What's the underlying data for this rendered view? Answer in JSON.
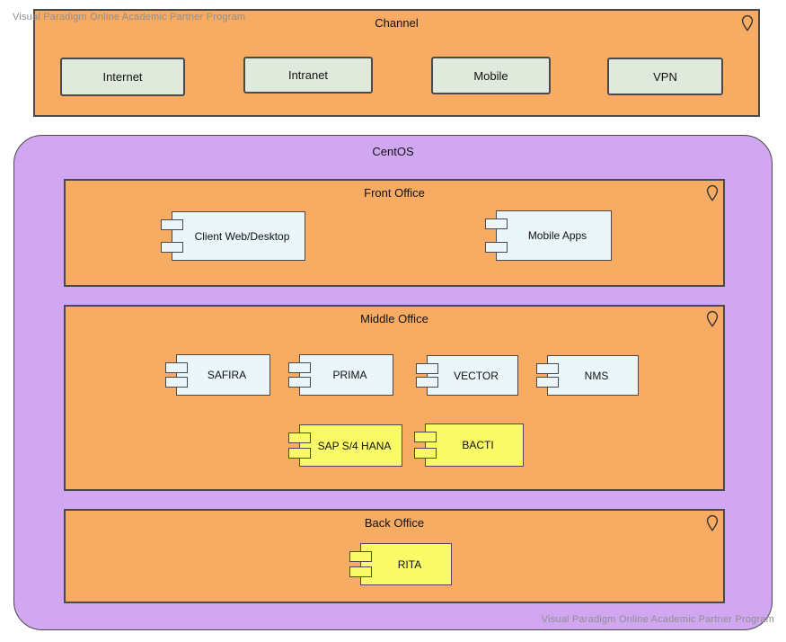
{
  "watermark": {
    "text": "Visual Paradigm Online Academic Partner Program"
  },
  "colors": {
    "region_fill": "#F8AB62",
    "container_fill": "#D0A7F0",
    "node_fill": "#DFE9DC",
    "component_fill": "#EBF6FA",
    "component_highlight_fill": "#FAFA69",
    "border": "#4A4A4A",
    "watermark_text": "#8E8E8E"
  },
  "channel": {
    "title": "Channel",
    "nodes": [
      {
        "label": "Internet"
      },
      {
        "label": "Intranet"
      },
      {
        "label": "Mobile"
      },
      {
        "label": "VPN"
      }
    ]
  },
  "centos": {
    "title": "CentOS",
    "regions": [
      {
        "title": "Front Office",
        "components": [
          {
            "label": "Client Web/Desktop",
            "variant": "blue"
          },
          {
            "label": "Mobile Apps",
            "variant": "blue"
          }
        ]
      },
      {
        "title": "Middle Office",
        "components": [
          {
            "label": "SAFIRA",
            "variant": "blue"
          },
          {
            "label": "PRIMA",
            "variant": "blue"
          },
          {
            "label": "VECTOR",
            "variant": "blue"
          },
          {
            "label": "NMS",
            "variant": "blue"
          },
          {
            "label": "SAP S/4 HANA",
            "variant": "yellow"
          },
          {
            "label": "BACTI",
            "variant": "yellow"
          }
        ]
      },
      {
        "title": "Back Office",
        "components": [
          {
            "label": "RITA",
            "variant": "yellow"
          }
        ]
      }
    ]
  }
}
